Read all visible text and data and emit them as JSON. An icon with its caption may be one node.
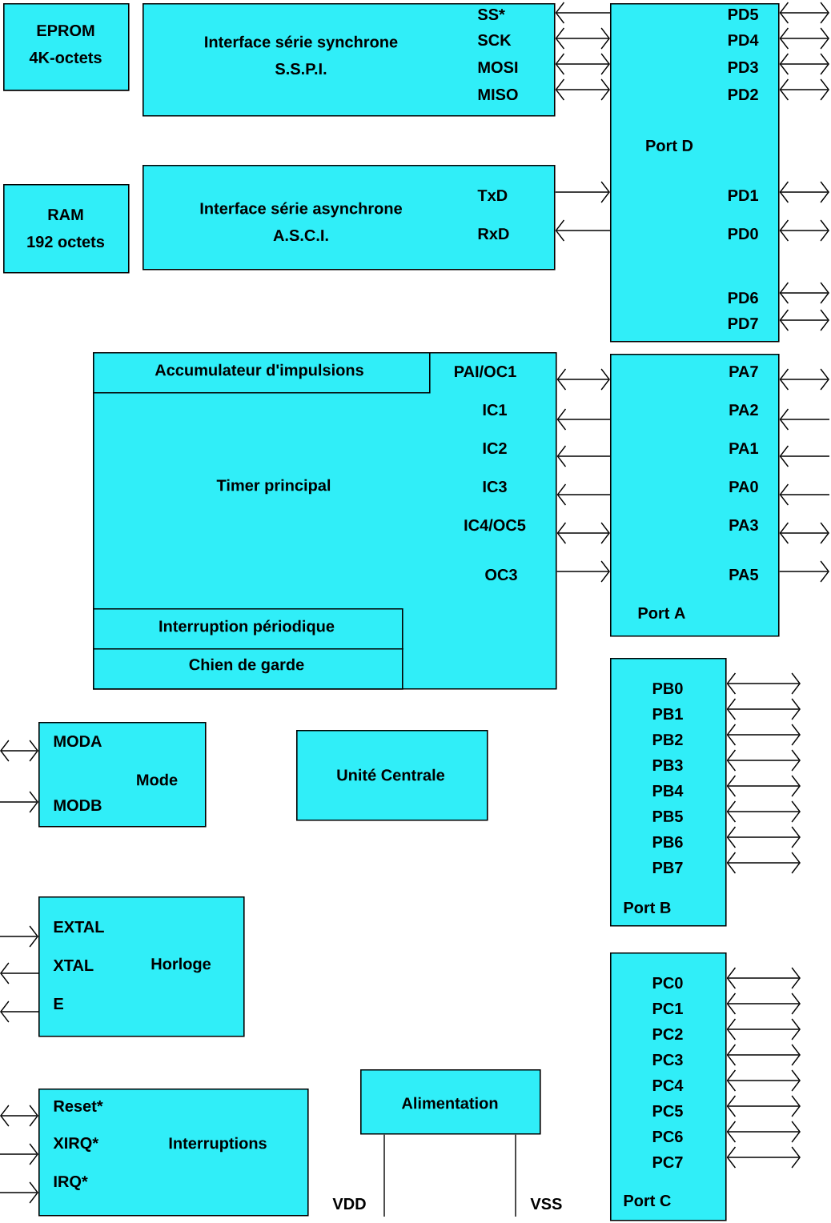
{
  "diagram": {
    "nodes": [
      {
        "text": [
          "EPROM",
          "4K-octets"
        ]
      },
      {
        "text": [
          "RAM",
          "192 octets"
        ]
      },
      {
        "text": [
          "Interface série synchrone",
          "S.S.P.I.",
          "SS*",
          "SCK",
          "MOSI",
          "MISO"
        ]
      },
      {
        "text": [
          "Interface série asynchrone",
          "A.S.C.I.",
          "TxD",
          "RxD"
        ]
      },
      {
        "text": [
          "PD5",
          "PD4",
          "PD3",
          "PD2",
          "Port D",
          "PD1",
          "PD0",
          "PD6",
          "PD7"
        ]
      },
      {
        "text": [
          "Timer principal",
          "PAI/OC1",
          "IC1",
          "IC2",
          "IC3",
          "IC4/OC5",
          "OC3"
        ]
      },
      {
        "text": [
          "Accumulateur d'impulsions"
        ],
        "in": 5
      },
      {
        "text": [
          "Interruption périodique"
        ],
        "in": 5
      },
      {
        "text": [
          "Chien de garde"
        ],
        "in": 5
      },
      {
        "text": [
          "PA7",
          "PA2",
          "PA1",
          "PA0",
          "PA3",
          "PA5",
          "Port A"
        ]
      },
      {
        "text": [
          "PB0",
          "PB1",
          "PB2",
          "PB3",
          "PB4",
          "PB5",
          "PB6",
          "PB7",
          "Port B"
        ]
      },
      {
        "text": [
          "PC0",
          "PC1",
          "PC2",
          "PC3",
          "PC4",
          "PC5",
          "PC6",
          "PC7",
          "Port C"
        ]
      },
      {
        "text": [
          "MODA",
          "Mode",
          "MODB"
        ]
      },
      {
        "text": [
          "Unité Centrale"
        ]
      },
      {
        "text": [
          "EXTAL",
          "XTAL",
          "Horloge",
          "E"
        ]
      },
      {
        "text": [
          "Reset*",
          "XIRQ*",
          "Interruptions",
          "IRQ*"
        ]
      },
      {
        "text": [
          "Alimentation"
        ]
      }
    ],
    "edges": [
      {
        "from": 4,
        "to": 2,
        "arrow": "to"
      },
      {
        "from": 2,
        "to": 4,
        "arrow": "both"
      },
      {
        "from": 2,
        "to": 4,
        "arrow": "both"
      },
      {
        "from": 2,
        "to": 4,
        "arrow": "both"
      },
      {
        "from": 4,
        "to": null,
        "arrow": "both"
      },
      {
        "from": 4,
        "to": null,
        "arrow": "both"
      },
      {
        "from": 4,
        "to": null,
        "arrow": "both"
      },
      {
        "from": 4,
        "to": null,
        "arrow": "both"
      },
      {
        "from": 3,
        "to": 4,
        "arrow": "to"
      },
      {
        "from": 4,
        "to": 3,
        "arrow": "to"
      },
      {
        "from": 4,
        "to": null,
        "arrow": "both"
      },
      {
        "from": 4,
        "to": null,
        "arrow": "both"
      },
      {
        "from": 4,
        "to": null,
        "arrow": "both"
      },
      {
        "from": 4,
        "to": null,
        "arrow": "both"
      },
      {
        "from": 5,
        "to": 9,
        "arrow": "both"
      },
      {
        "from": 9,
        "to": 5,
        "arrow": "to"
      },
      {
        "from": 9,
        "to": 5,
        "arrow": "to"
      },
      {
        "from": 9,
        "to": 5,
        "arrow": "to"
      },
      {
        "from": 5,
        "to": 9,
        "arrow": "both"
      },
      {
        "from": 5,
        "to": 9,
        "arrow": "to"
      },
      {
        "from": 9,
        "to": null,
        "arrow": "both"
      },
      {
        "from": null,
        "to": 9,
        "arrow": "to"
      },
      {
        "from": null,
        "to": 9,
        "arrow": "to"
      },
      {
        "from": null,
        "to": 9,
        "arrow": "to"
      },
      {
        "from": 9,
        "to": null,
        "arrow": "both"
      },
      {
        "from": 9,
        "to": null,
        "arrow": "to"
      },
      {
        "from": 10,
        "to": null,
        "arrow": "both"
      },
      {
        "from": 10,
        "to": null,
        "arrow": "both"
      },
      {
        "from": 10,
        "to": null,
        "arrow": "both"
      },
      {
        "from": 10,
        "to": null,
        "arrow": "both"
      },
      {
        "from": 10,
        "to": null,
        "arrow": "both"
      },
      {
        "from": 10,
        "to": null,
        "arrow": "both"
      },
      {
        "from": 10,
        "to": null,
        "arrow": "both"
      },
      {
        "from": 10,
        "to": null,
        "arrow": "both"
      },
      {
        "from": 11,
        "to": null,
        "arrow": "both"
      },
      {
        "from": 11,
        "to": null,
        "arrow": "both"
      },
      {
        "from": 11,
        "to": null,
        "arrow": "both"
      },
      {
        "from": 11,
        "to": null,
        "arrow": "both"
      },
      {
        "from": 11,
        "to": null,
        "arrow": "both"
      },
      {
        "from": 11,
        "to": null,
        "arrow": "both"
      },
      {
        "from": 11,
        "to": null,
        "arrow": "both"
      },
      {
        "from": 11,
        "to": null,
        "arrow": "both"
      },
      {
        "from": 12,
        "to": null,
        "arrow": "both"
      },
      {
        "from": null,
        "to": 12,
        "arrow": "to"
      },
      {
        "from": null,
        "to": 14,
        "arrow": "to"
      },
      {
        "from": 14,
        "to": null,
        "arrow": "to"
      },
      {
        "from": 14,
        "to": null,
        "arrow": "to"
      },
      {
        "from": 15,
        "to": null,
        "arrow": "both"
      },
      {
        "from": null,
        "to": 15,
        "arrow": "to"
      },
      {
        "from": null,
        "to": 15,
        "arrow": "to"
      },
      {
        "from": 16,
        "to": null,
        "arrow": "none",
        "label": "VDD"
      },
      {
        "from": 16,
        "to": null,
        "arrow": "none",
        "label": "VSS"
      }
    ]
  }
}
